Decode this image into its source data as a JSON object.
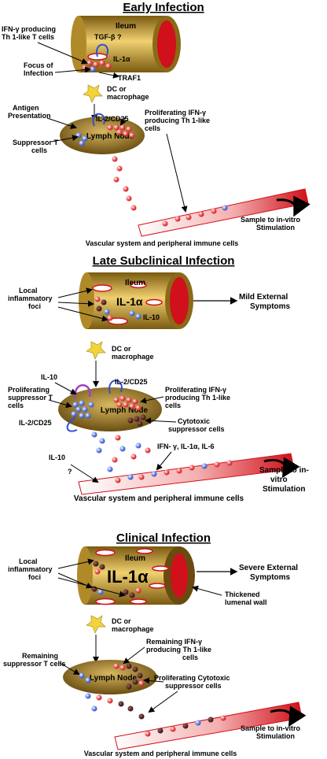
{
  "colors": {
    "tube_gold": "#c8a030",
    "tube_dark": "#7a5a10",
    "node_fill": "#8a6a1e",
    "vessel_red": "#d0101a",
    "t_cell_red": "#e8404a",
    "t_cell_blue": "#5a7ce8",
    "cytotoxic": "#3a1010",
    "dc_yellow": "#f2d43a"
  },
  "early": {
    "title": "Early Infection",
    "ileum": "Ileum",
    "tgf": "TGF-β ?",
    "ifn_cells": [
      "IFN-γ producing",
      "Th 1-like T cells"
    ],
    "focus": [
      "Focus of",
      "Infection"
    ],
    "il1a": "IL-1α",
    "traf": "TRAF1",
    "dc": [
      "DC or",
      "macrophage"
    ],
    "il2": "IL-2/CD25",
    "antigen": [
      "Antigen",
      "Presentation"
    ],
    "prolif": [
      "Proliferating IFN-γ",
      "producing Th 1-like",
      "cells"
    ],
    "lymph": "Lymph Node",
    "suppressor": [
      "Suppressor T",
      "cells"
    ],
    "sample": [
      "Sample to in-vitro",
      "Stimulation"
    ],
    "vascular": "Vascular system and peripheral immune cells"
  },
  "late": {
    "title": "Late Subclinical Infection",
    "ileum": "Ileum",
    "local": [
      "Local",
      "inflammatory",
      "foci"
    ],
    "il1a": "IL-1α",
    "il10": "IL-10",
    "mild": [
      "Mild External",
      "Symptoms"
    ],
    "dc": [
      "DC or",
      "macrophage"
    ],
    "il10_left": "IL-10",
    "il2_top": "IL-2/CD25",
    "prolif_ifn": [
      "Proliferating IFN-γ",
      "producing Th 1-like",
      "cells"
    ],
    "prolif_supp": [
      "Proliferating",
      "suppressor T",
      "cells"
    ],
    "lymph": "Lymph Node",
    "il2_left": "IL-2/CD25",
    "cytotoxic": [
      "Cytotoxic",
      "suppressor cells"
    ],
    "il10_bottom": "IL-10",
    "question": "?",
    "cytokines": "IFN- γ, IL-1α, IL-6",
    "sample": [
      "Sample to in-",
      "vitro",
      "Stimulation"
    ],
    "vascular": "Vascular system and peripheral immune cells"
  },
  "clinical": {
    "title": "Clinical Infection",
    "ileum": "Ileum",
    "il1a": "IL-1α",
    "local": [
      "Local",
      "inflammatory",
      "foci"
    ],
    "severe": [
      "Severe External",
      "Symptoms"
    ],
    "thick": [
      "Thickened",
      "lumenal wall"
    ],
    "dc": [
      "DC or",
      "macrophage"
    ],
    "remain_ifn": [
      "Remaining IFN-γ",
      "producing Th 1-like",
      "cells"
    ],
    "remain_supp": [
      "Remaining",
      "suppressor T cells"
    ],
    "lymph": "Lymph Node",
    "prolif_cyto": [
      "Proliferating Cytotoxic",
      "suppressor cells"
    ],
    "sample": [
      "Sample to in-vitro",
      "Stimulation"
    ],
    "vascular": "Vascular system and peripheral immune cells"
  }
}
